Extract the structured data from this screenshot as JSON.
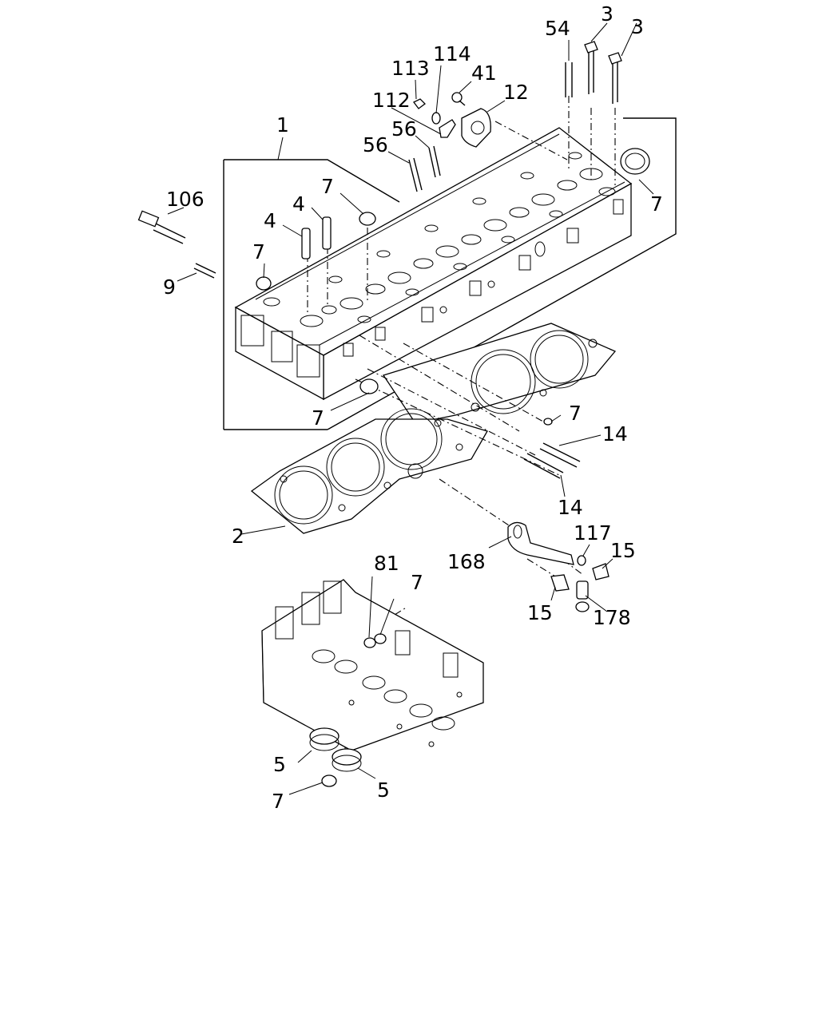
{
  "diagram": {
    "callouts": {
      "c1": "1",
      "c2": "2",
      "c3a": "3",
      "c3b": "3",
      "c4a": "4",
      "c4b": "4",
      "c5a": "5",
      "c5b": "5",
      "c7a": "7",
      "c7b": "7",
      "c7c": "7",
      "c7d": "7",
      "c7e": "7",
      "c7f": "7",
      "c7g": "7",
      "c9": "9",
      "c12": "12",
      "c14a": "14",
      "c14b": "14",
      "c15a": "15",
      "c15b": "15",
      "c41": "41",
      "c54": "54",
      "c56a": "56",
      "c56b": "56",
      "c81": "81",
      "c106": "106",
      "c112": "112",
      "c113": "113",
      "c114": "114",
      "c117": "117",
      "c168": "168",
      "c178": "178"
    }
  }
}
